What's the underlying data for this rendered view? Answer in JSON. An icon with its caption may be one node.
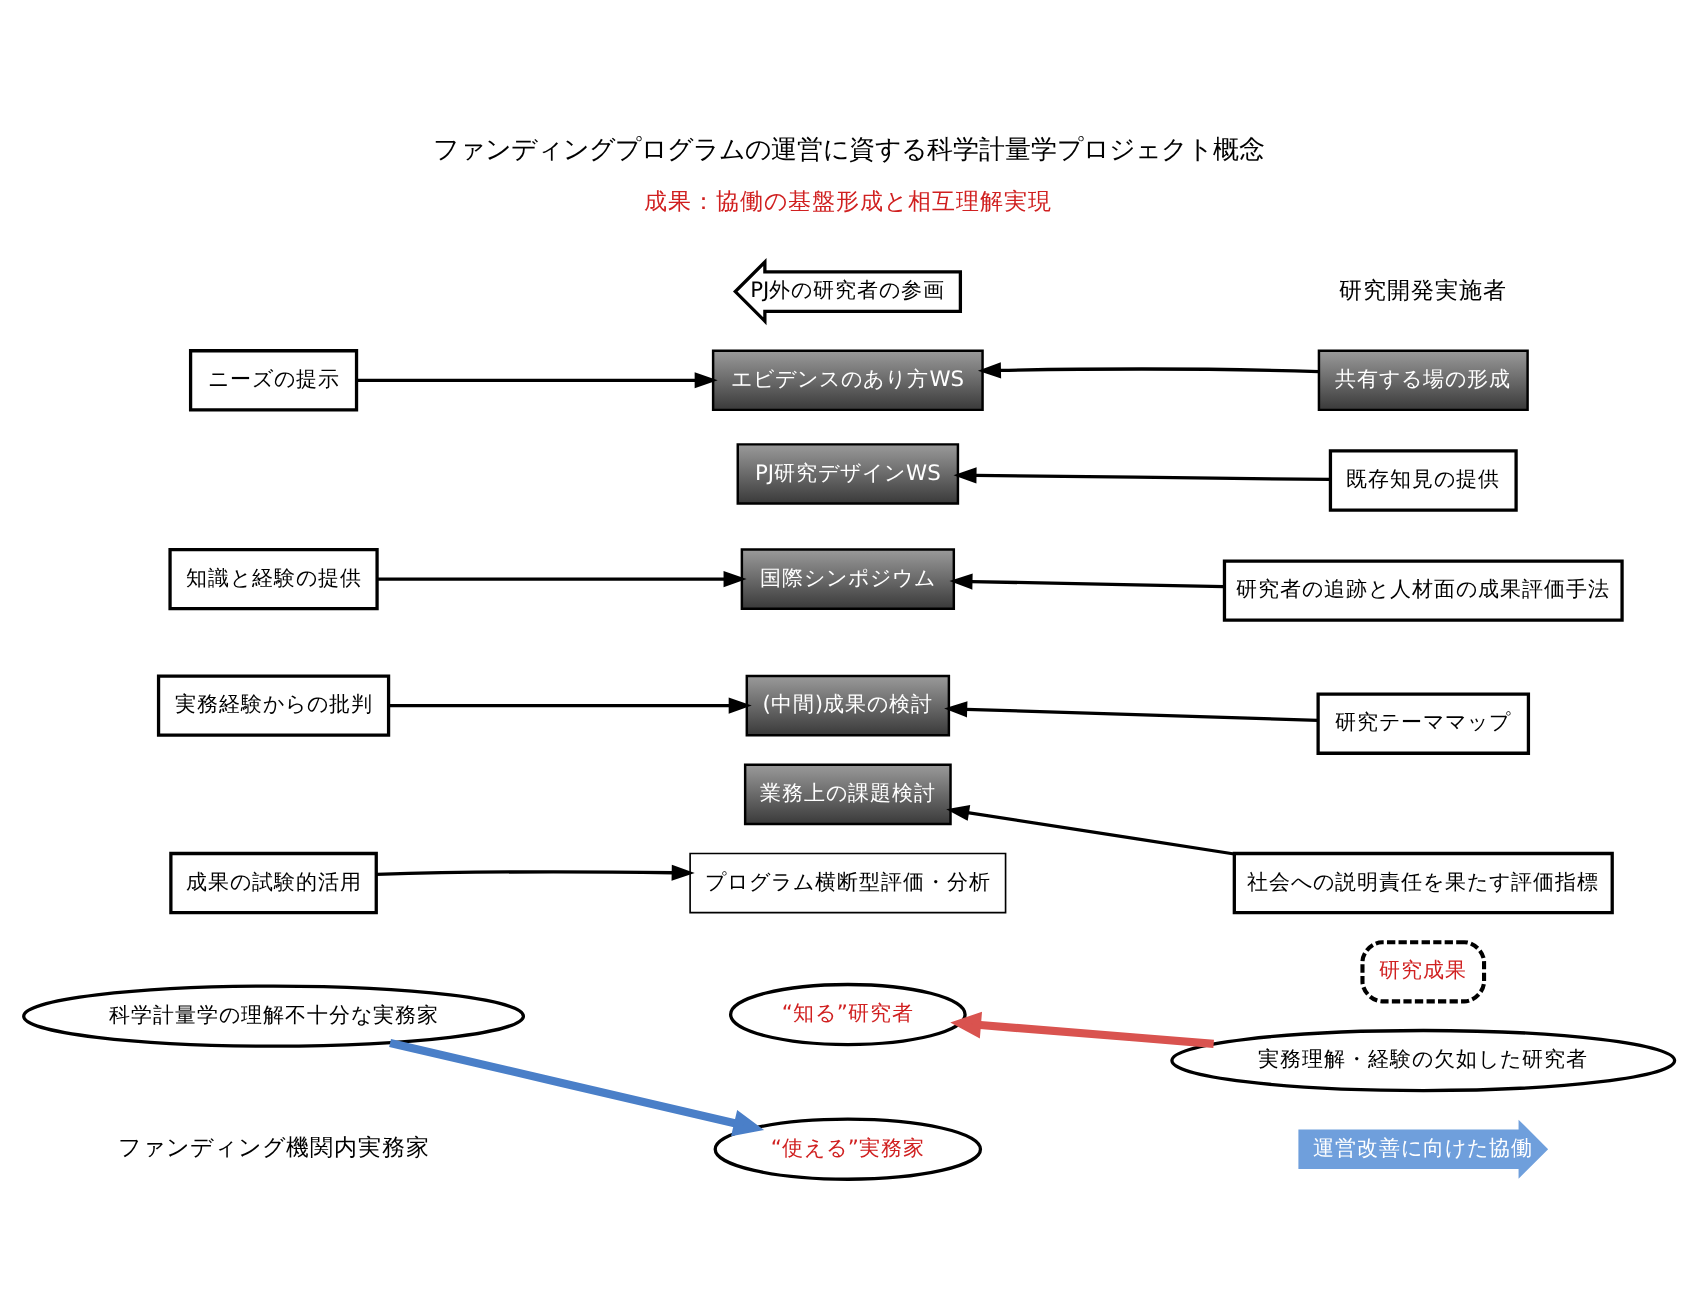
{
  "diagram": {
    "title": "ファンディングプログラムの運営に資する科学計量学プロジェクト概念",
    "nodes": [
      {
        "text": [
          "“使える”実務家"
        ]
      },
      {
        "text": [
          "“知る”研究者"
        ]
      },
      {
        "text": [
          "運営改善に向けた協働"
        ]
      },
      {
        "text": [
          "研究成果"
        ]
      },
      {
        "text": [
          "プログラム横断型評価・分析"
        ]
      },
      {
        "text": [
          "業務上の課題検討"
        ]
      },
      {
        "text": [
          "(中間)成果の検討"
        ]
      },
      {
        "text": [
          "国際シンポジウム"
        ]
      },
      {
        "text": [
          "PJ研究デザインWS"
        ]
      },
      {
        "text": [
          "エビデンスのあり方WS"
        ]
      },
      {
        "text": [
          "成果の試験的活用"
        ]
      },
      {
        "text": [
          "実務経験からの批判"
        ]
      },
      {
        "text": [
          "知識と経験の提供"
        ]
      },
      {
        "text": [
          "ニーズの提示"
        ]
      },
      {
        "text": [
          "社会への説明責任を果たす評価指標"
        ]
      },
      {
        "text": [
          "研究テーママップ"
        ]
      },
      {
        "text": [
          "研究者の追跡と人材面の成果評価手法"
        ]
      },
      {
        "text": [
          "既存知見の提供"
        ]
      },
      {
        "text": [
          "共有する場の形成"
        ]
      },
      {
        "text": [
          "科学計量学の理解不十分な実務家"
        ]
      },
      {
        "text": [
          "実務理解・経験の欠如した研究者"
        ]
      },
      {
        "text": [
          "PJ外の研究者の参画"
        ]
      }
    ],
    "edges": [
      {
        "from": 10,
        "to": 4,
        "arrow": "to"
      },
      {
        "from": 11,
        "to": 6,
        "arrow": "to"
      },
      {
        "from": 12,
        "to": 7,
        "arrow": "to"
      },
      {
        "from": 13,
        "to": 9,
        "arrow": "to"
      },
      {
        "from": 14,
        "to": 5,
        "arrow": "to"
      },
      {
        "from": 15,
        "to": 6,
        "arrow": "to"
      },
      {
        "from": 16,
        "to": 7,
        "arrow": "to"
      },
      {
        "from": 17,
        "to": 8,
        "arrow": "to"
      },
      {
        "from": 18,
        "to": 9,
        "arrow": "to"
      },
      {
        "from": 19,
        "to": 0,
        "arrow": "to",
        "style": "thick",
        "color": "#4a7fc8"
      },
      {
        "from": 20,
        "to": 1,
        "arrow": "to",
        "style": "thick",
        "color": "#d9534f"
      }
    ],
    "labels": [
      "成果：協働の基盤形成と相互理解実現",
      "ファンディング機関内実務家",
      "研究開発実施者"
    ]
  }
}
